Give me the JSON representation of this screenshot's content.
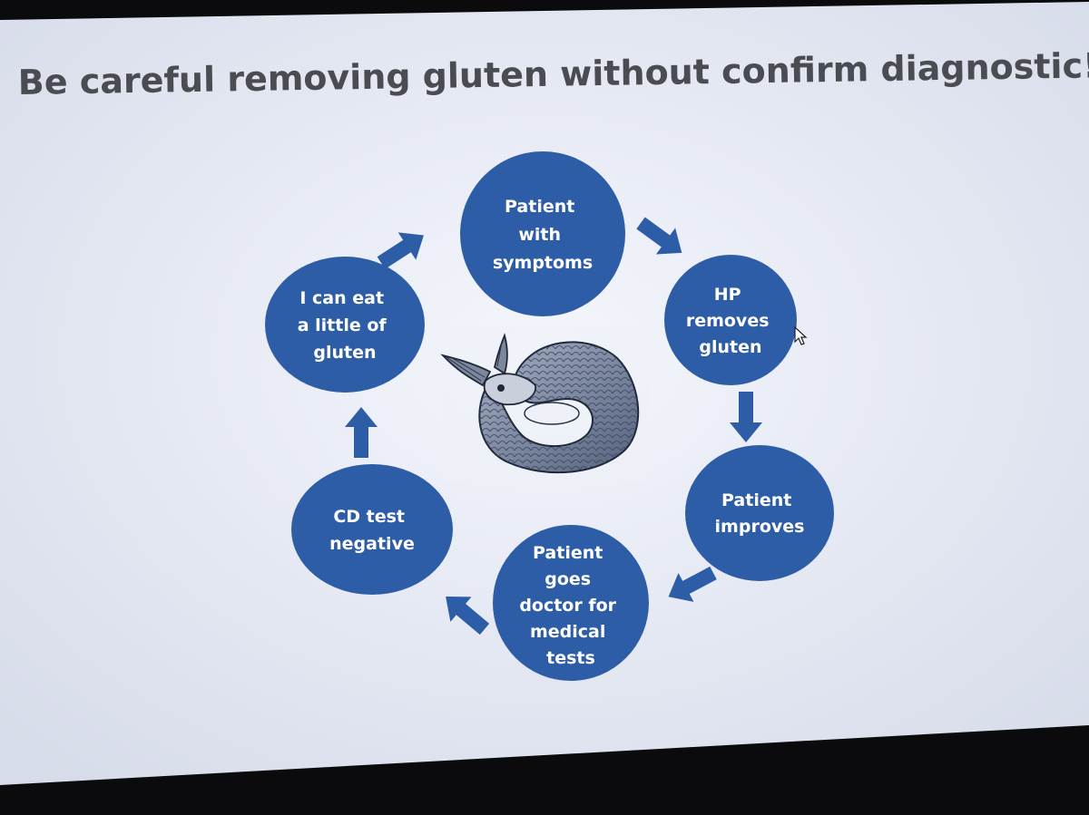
{
  "slide": {
    "title": "Be careful removing gluten without confirm diagnostic!!"
  },
  "cycle": {
    "nodes": [
      {
        "id": "patient-with-symptoms",
        "lines": [
          "Patient",
          "with",
          "symptoms"
        ]
      },
      {
        "id": "hp-removes-gluten",
        "lines": [
          "HP",
          "removes",
          "gluten"
        ]
      },
      {
        "id": "patient-improves",
        "lines": [
          "Patient",
          "improves"
        ]
      },
      {
        "id": "patient-goes-doctor",
        "lines": [
          "Patient",
          "goes",
          "doctor for",
          "medical",
          "tests"
        ]
      },
      {
        "id": "cd-test-negative",
        "lines": [
          "CD test",
          "negative"
        ]
      },
      {
        "id": "i-can-eat-gluten",
        "lines": [
          "I can eat",
          "a little of",
          "gluten"
        ]
      }
    ],
    "node_color": "#2e5da7",
    "center_image": "ouroboros-fish-illustration"
  },
  "colors": {
    "screen_bezel": "#0b0b0d",
    "slide_background": "#e9edf7",
    "title_text": "#4b4b52",
    "node_text": "#ffffff"
  },
  "icons": {
    "cursor": "mouse-pointer-icon"
  }
}
